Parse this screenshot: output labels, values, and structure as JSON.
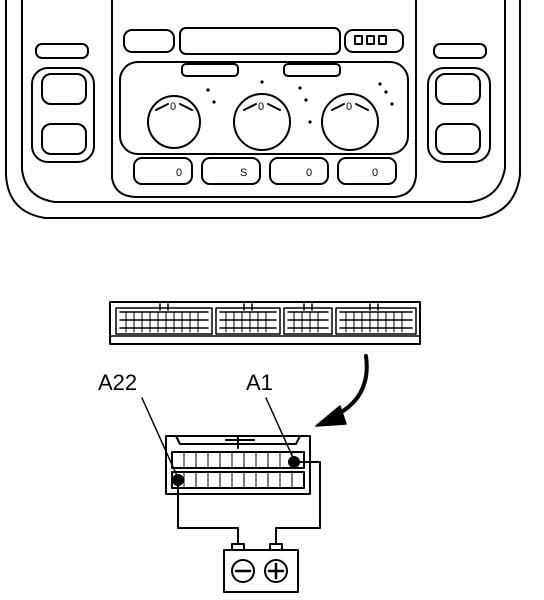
{
  "labels": {
    "pin_a22": "A22",
    "pin_a1": "A1"
  },
  "control_panel": {
    "knob_markers": [
      "0",
      "0",
      "0"
    ],
    "button_markers": [
      "0",
      "S",
      "0",
      "0"
    ]
  },
  "battery": {
    "negative": "⊖",
    "positive": "⊕"
  }
}
